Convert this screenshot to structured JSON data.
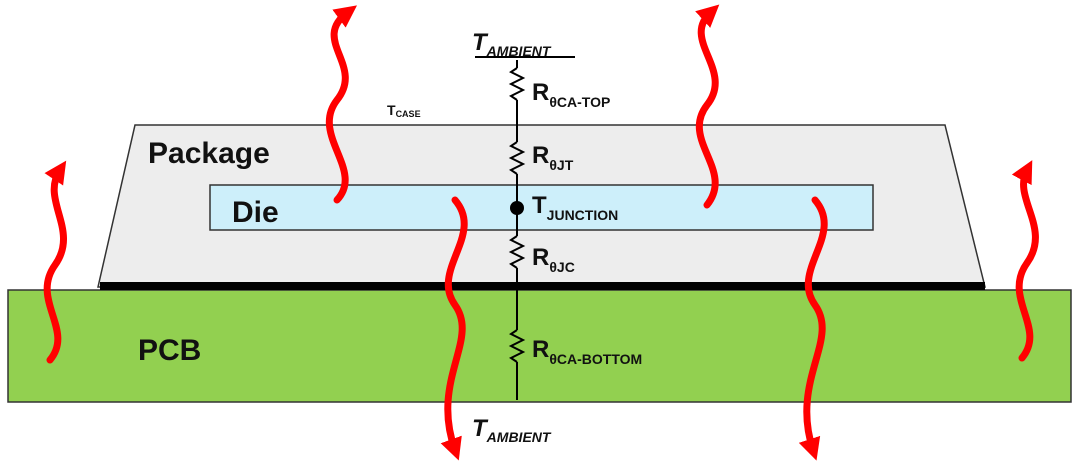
{
  "labels": {
    "package": "Package",
    "die": "Die",
    "pcb": "PCB",
    "t_ambient_top": {
      "main": "T",
      "sub": "AMBIENT"
    },
    "t_ambient_bottom": {
      "main": "T",
      "sub": "AMBIENT"
    },
    "t_case": {
      "main": "T",
      "sub": "CASE"
    },
    "t_junction": {
      "main": "T",
      "sub": "JUNCTION"
    },
    "r_ca_top": {
      "main": "R",
      "sub": "θCA-TOP"
    },
    "r_jt": {
      "main": "R",
      "sub": "θJT"
    },
    "r_jc": {
      "main": "R",
      "sub": "θJC"
    },
    "r_ca_bottom": {
      "main": "R",
      "sub": "θCA-BOTTOM"
    }
  },
  "colors": {
    "pcb_fill": "#92D050",
    "package_fill": "#EDEDED",
    "die_fill": "#CDEFFA",
    "heat_arrow": "#FF0000",
    "outline": "#000000"
  }
}
